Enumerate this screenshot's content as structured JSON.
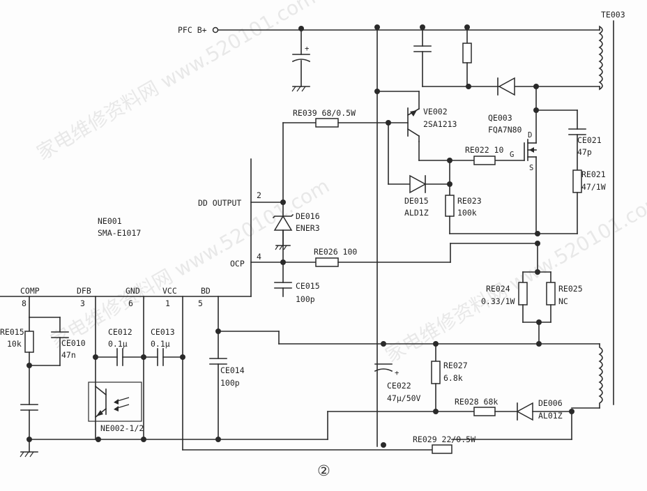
{
  "diagram": {
    "supply_label": "PFC B+",
    "transformer": "TE003",
    "ic_ref": "NE001",
    "ic_part": "SMA-E1017",
    "pins": [
      {
        "name": "COMP",
        "num": "8"
      },
      {
        "name": "DFB",
        "num": "3"
      },
      {
        "name": "GND",
        "num": "6"
      },
      {
        "name": "VCC",
        "num": "1"
      },
      {
        "name": "BD",
        "num": "5"
      }
    ],
    "pin_dd_output": {
      "name": "DD OUTPUT",
      "num": "2"
    },
    "pin_ocp": {
      "name": "OCP",
      "num": "4"
    },
    "components": {
      "re039": "RE039 68/0.5W",
      "ve002_ref": "VE002",
      "ve002_part": "2SA1213",
      "qe003_ref": "QE003",
      "qe003_part": "FQA7N80",
      "pin_d": "D",
      "pin_g": "G",
      "pin_s": "S",
      "re022": "RE022 10",
      "ce021_ref": "CE021",
      "ce021_val": "47p",
      "re021_ref": "RE021",
      "re021_val": "47/1W",
      "de015_ref": "DE015",
      "de015_part": "ALD1Z",
      "re023_ref": "RE023",
      "re023_val": "100k",
      "de016_ref": "DE016",
      "de016_part": "ENER3",
      "re026": "RE026 100",
      "ce015_ref": "CE015",
      "ce015_val": "100p",
      "re024_ref": "RE024",
      "re024_val": "0.33/1W",
      "re025_ref": "RE025",
      "re025_val": "NC",
      "re015_ref": "RE015",
      "re015_val": "10k",
      "ce010_ref": "CE010",
      "ce010_val": "47n",
      "ce012_ref": "CE012",
      "ce012_val": "0.1μ",
      "ce013_ref": "CE013",
      "ce013_val": "0.1μ",
      "ce014_ref": "CE014",
      "ce014_val": "100p",
      "ce022_ref": "CE022",
      "ce022_val": "47μ/50V",
      "re027_ref": "RE027",
      "re027_val": "6.8k",
      "re028": "RE028 68k",
      "de006_ref": "DE006",
      "de006_part": "AL01Z",
      "re029": "RE029 22/0.5W",
      "ne002": "NE002-1/2"
    },
    "figure_number": "②",
    "watermark": "家电维修资料网 www.520101.com"
  }
}
